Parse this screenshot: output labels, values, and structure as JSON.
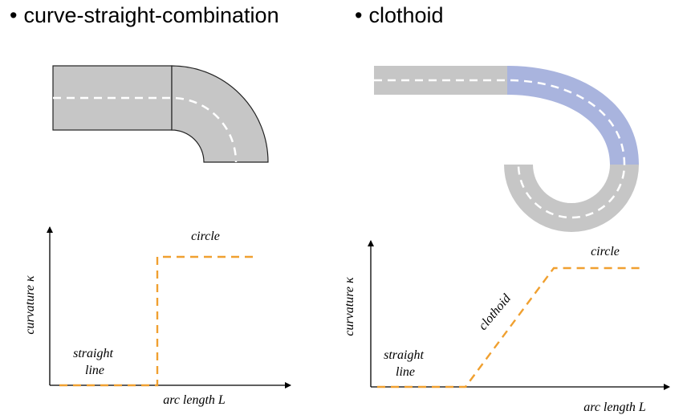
{
  "headings": {
    "bullet": "•",
    "left": "curve-straight-combination",
    "right": "clothoid"
  },
  "colors": {
    "road": "#c6c6c6",
    "road_clothoid_section": "#a9b4de",
    "lane_marking": "#ffffff",
    "curvature_line": "#f0a030",
    "axis": "#000000"
  },
  "chart_data": [
    {
      "type": "line",
      "xlabel": "arc length L",
      "ylabel": "curvature κ",
      "annotations": [
        "straight line",
        "circle"
      ],
      "series": [
        {
          "x": [
            0,
            1,
            1,
            2
          ],
          "y": [
            0,
            0,
            1,
            1
          ]
        }
      ]
    },
    {
      "type": "line",
      "xlabel": "arc length L",
      "ylabel": "curvature κ",
      "annotations": [
        "straight line",
        "clothoid",
        "circle"
      ],
      "series": [
        {
          "x": [
            0,
            1,
            2,
            3
          ],
          "y": [
            0,
            0,
            1,
            1
          ]
        }
      ]
    }
  ]
}
